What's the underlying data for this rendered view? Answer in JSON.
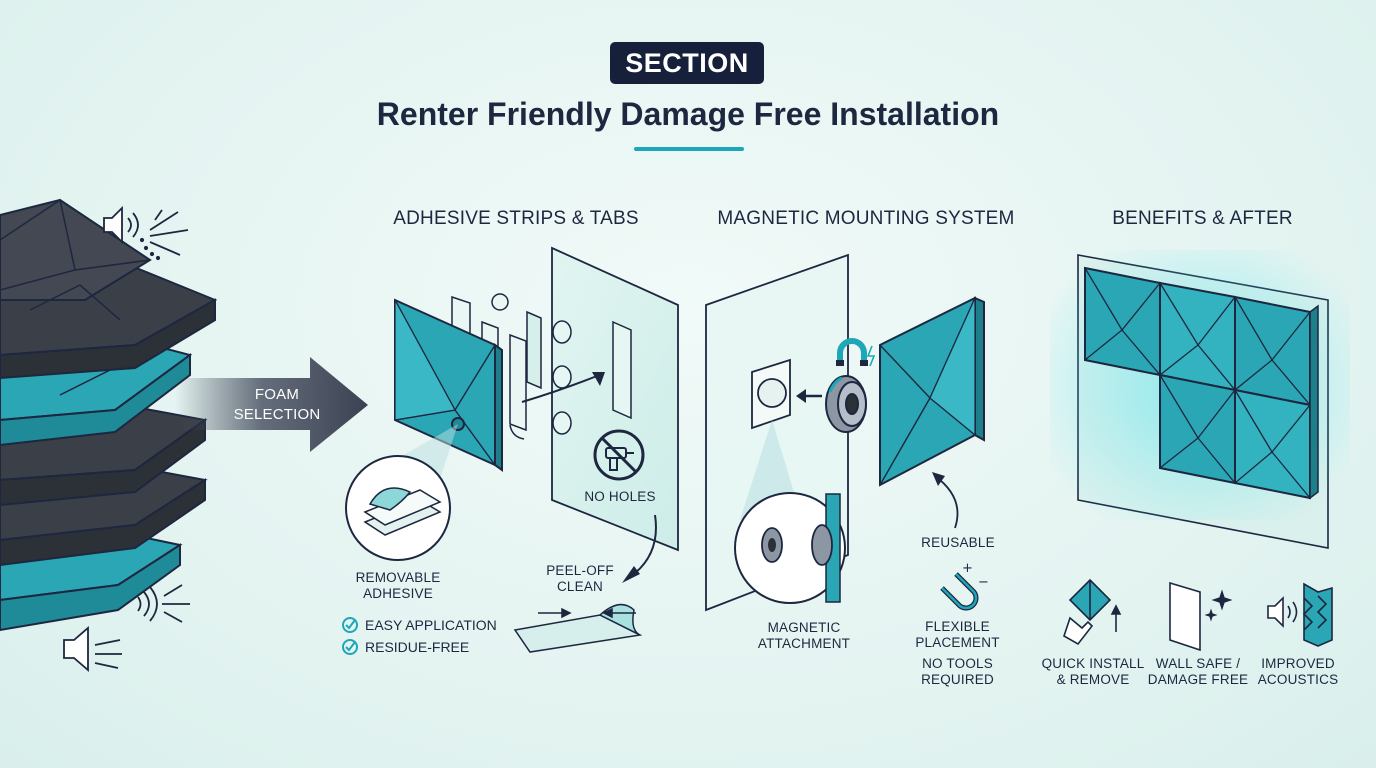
{
  "header": {
    "badge": "SECTION",
    "title": "Renter Friendly Damage Free Installation"
  },
  "arrow_label": {
    "line1": "FOAM",
    "line2": "SELECTION"
  },
  "adhesive": {
    "heading": "ADHESIVE STRIPS & TABS",
    "no_holes": "NO HOLES",
    "removable_line1": "REMOVABLE",
    "removable_line2": "ADHESIVE",
    "peel_line1": "PEEL-OFF",
    "peel_line2": "CLEAN",
    "checks": [
      "EASY APPLICATION",
      "RESIDUE-FREE"
    ]
  },
  "magnetic": {
    "heading": "MAGNETIC MOUNTING SYSTEM",
    "attachment_line1": "MAGNETIC",
    "attachment_line2": "ATTACHMENT",
    "reusable": "REUSABLE",
    "flexible_line1": "FLEXIBLE",
    "flexible_line2": "PLACEMENT",
    "no_tools_line1": "NO TOOLS",
    "no_tools_line2": "REQUIRED"
  },
  "benefits": {
    "heading": "BENEFITS & AFTER",
    "items": [
      {
        "line1": "QUICK INSTALL",
        "line2": "& REMOVE",
        "icon": "hand-panel-icon"
      },
      {
        "line1": "WALL SAFE /",
        "line2": "DAMAGE FREE",
        "icon": "clean-wall-icon"
      },
      {
        "line1": "IMPROVED",
        "line2": "ACOUSTICS",
        "icon": "sound-absorb-icon"
      }
    ]
  },
  "colors": {
    "teal": "#2aa6b4",
    "teal_light": "#49c3cf",
    "dark_foam": "#3b4048",
    "navy": "#17203a",
    "accent_line": "#1ea7b8"
  }
}
